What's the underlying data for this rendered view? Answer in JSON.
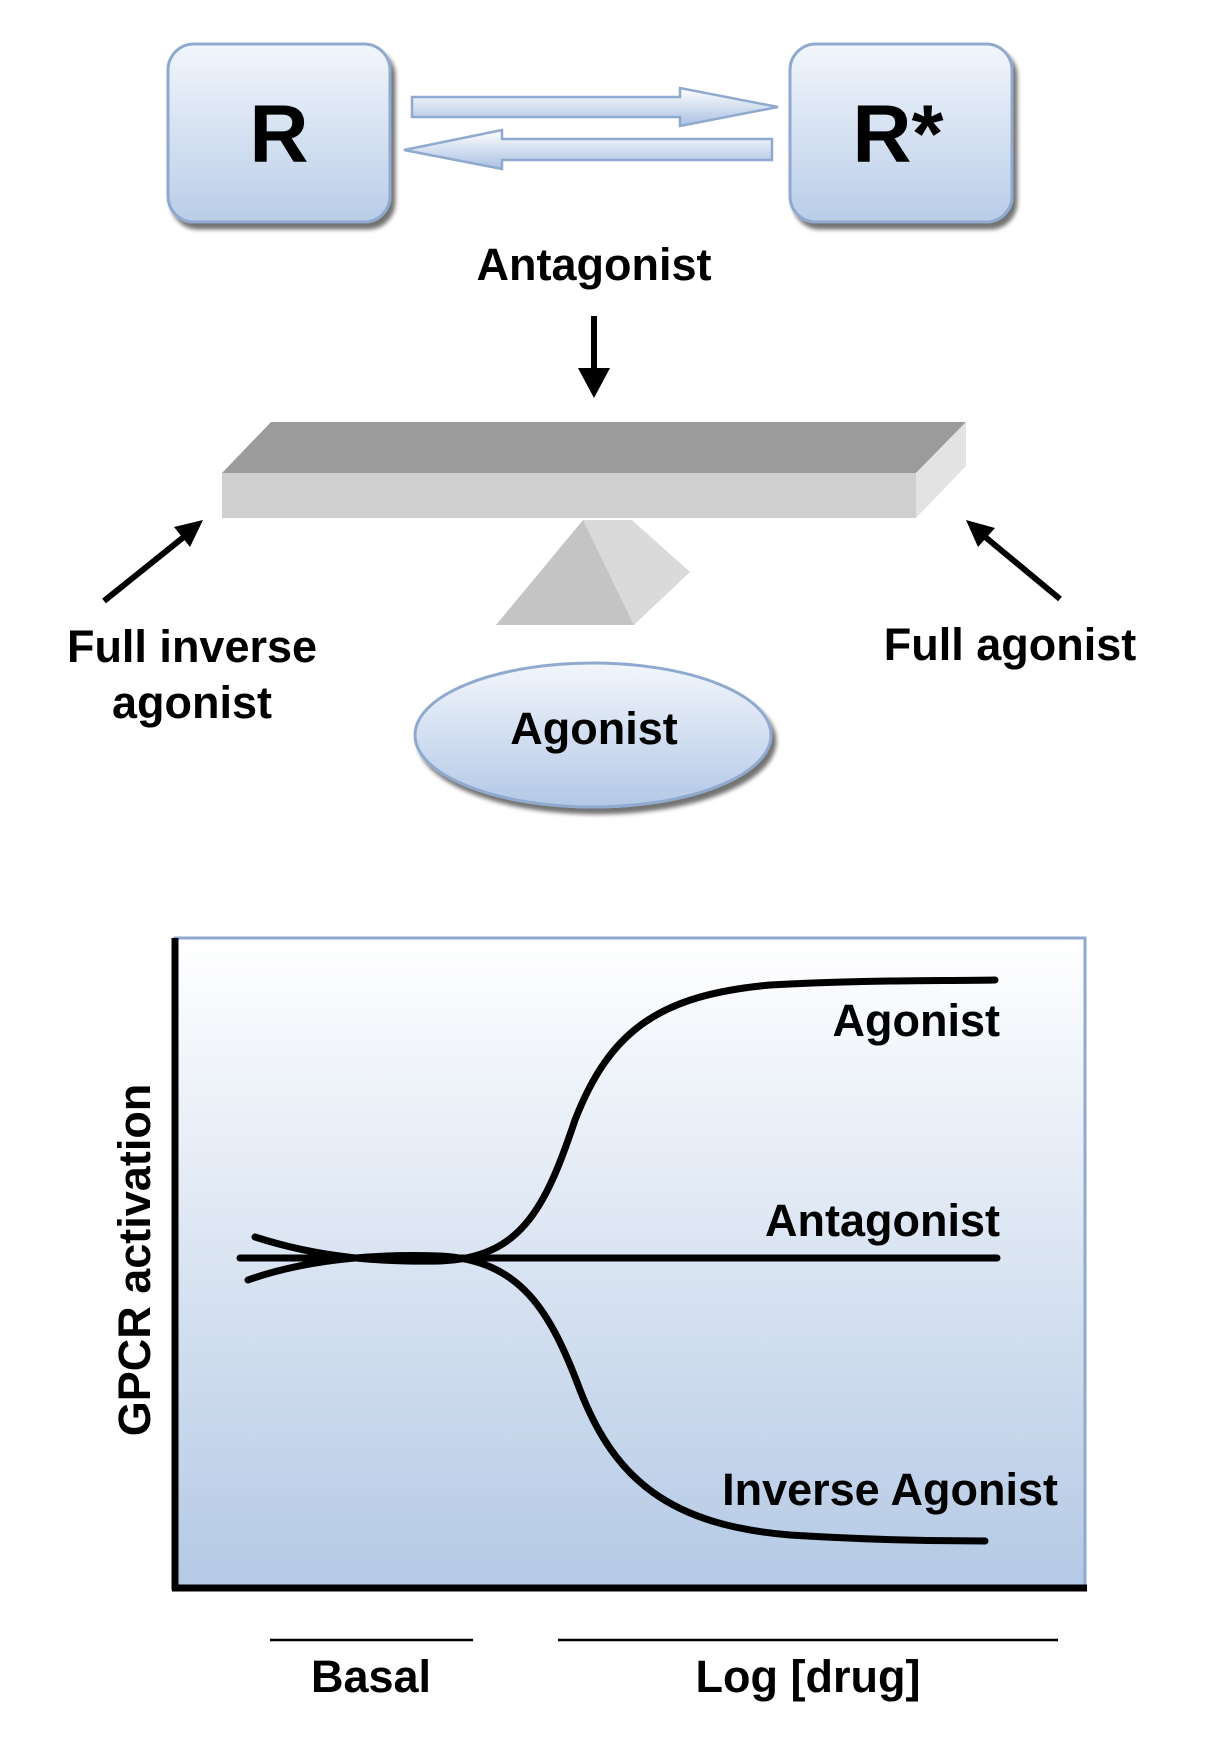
{
  "top": {
    "state_r": "R",
    "state_r_star": "R*",
    "antagonist_label": "Antagonist",
    "inverse_agonist_label_line1": "Full inverse",
    "inverse_agonist_label_line2": "agonist",
    "full_agonist_label": "Full agonist",
    "agonist_ellipse_label": "Agonist"
  },
  "chart": {
    "ylabel": "GPCR activation",
    "agonist_label": "Agonist",
    "antagonist_label": "Antagonist",
    "inverse_agonist_label": "Inverse Agonist",
    "basal_label": "Basal",
    "xlabel": "Log [drug]"
  },
  "colors": {
    "box_fill_top": "#eef3fb",
    "box_fill_bottom": "#bcd0ea",
    "box_stroke": "#8fa9cf",
    "plot_bg_top": "#ffffff",
    "plot_bg_bottom": "#b8cce6",
    "plank_top": "#9a9a9a",
    "plank_front": "#cfcfcf",
    "fulcrum": "#c4c4c4"
  }
}
